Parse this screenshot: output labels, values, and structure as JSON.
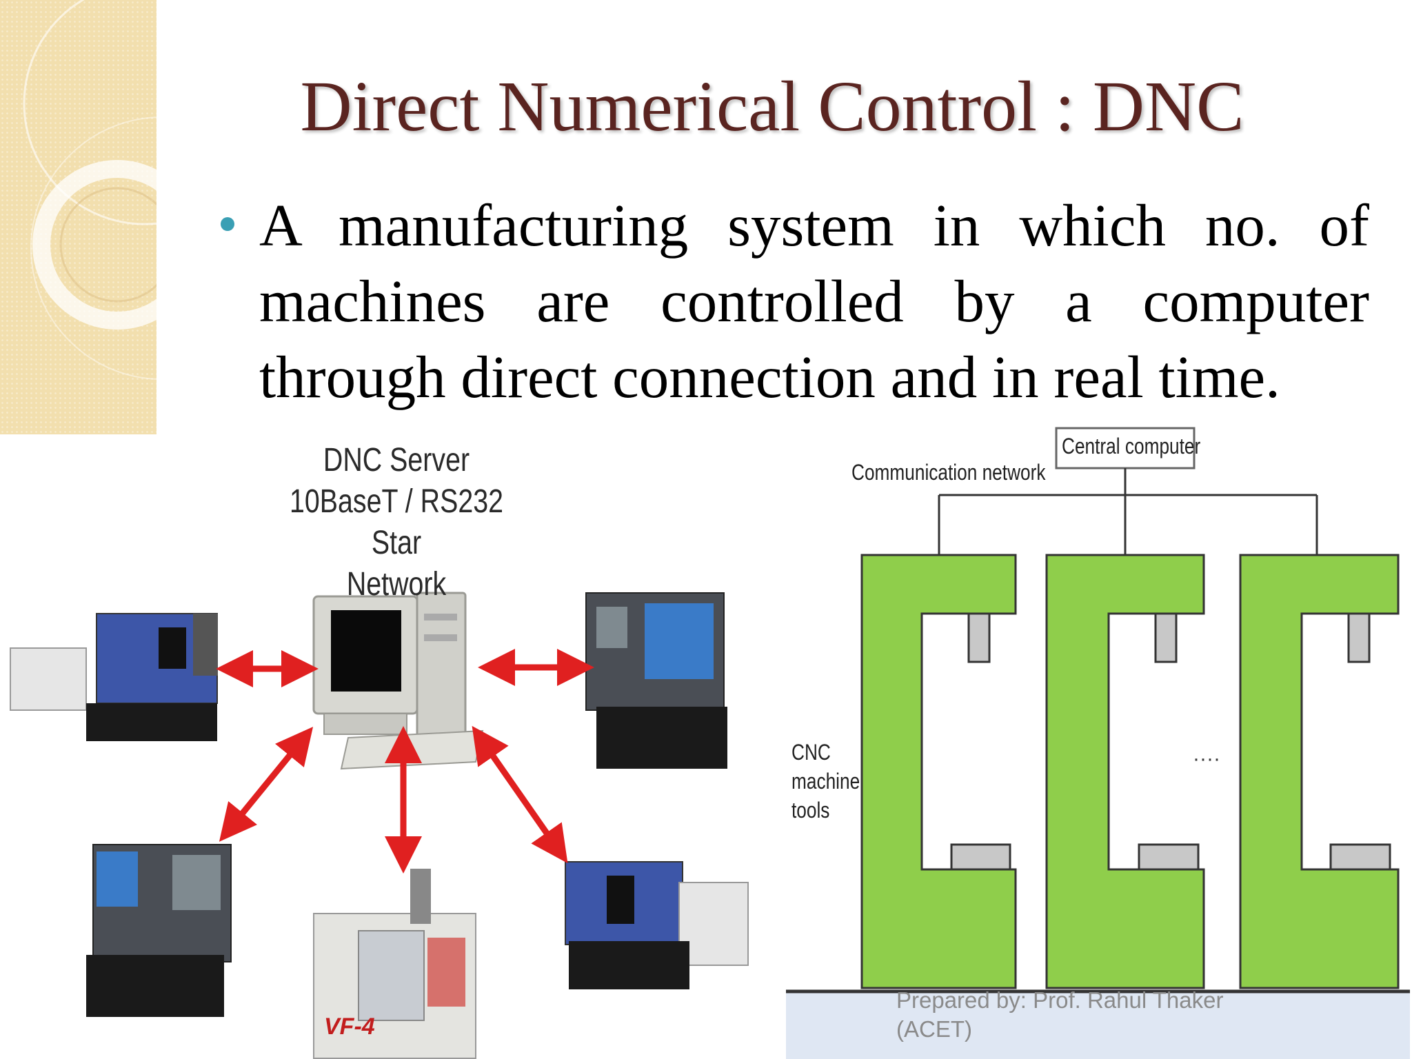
{
  "slide": {
    "title": "Direct Numerical Control : DNC",
    "bullet": "A manufacturing system in which no. of machines are controlled by a computer through direct connection and in real time.",
    "footer_line1": "Prepared by: Prof. Rahul Thaker",
    "footer_line2": "(ACET)"
  },
  "left_figure": {
    "server_line1": "DNC Server",
    "server_line2": "10BaseT / RS232 Star",
    "server_line3": "Network",
    "machine_badge": "VF-4"
  },
  "right_figure": {
    "central_computer": "Central computer",
    "communication_network": "Communication network",
    "cnc_line1": "CNC",
    "cnc_line2": "machine",
    "cnc_line3": "tools",
    "ellipsis": "····"
  },
  "colors": {
    "title": "#5a2420",
    "bullet_dot": "#3a9fb4",
    "machine_frame": "#8fce4b",
    "arrow": "#e02020",
    "base": "#dfe7f3"
  }
}
